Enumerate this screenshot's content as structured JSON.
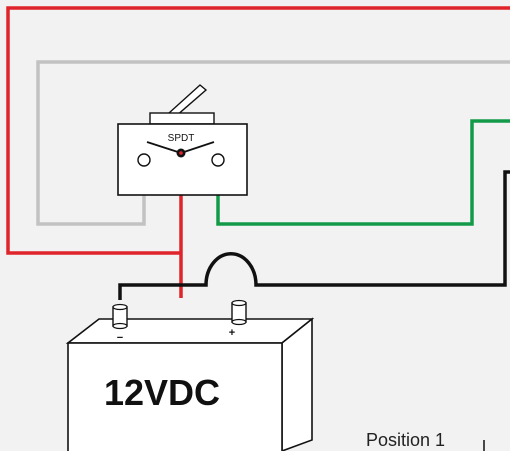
{
  "switch": {
    "label": "SPDT"
  },
  "battery": {
    "label": "12VDC",
    "negative_symbol": "−",
    "positive_symbol": "+"
  },
  "caption": "Position 1",
  "wire_colors": {
    "red": "#e0242b",
    "gray": "#c2c2c2",
    "green": "#139a49",
    "black": "#111111"
  },
  "background": "#f2f2f2"
}
